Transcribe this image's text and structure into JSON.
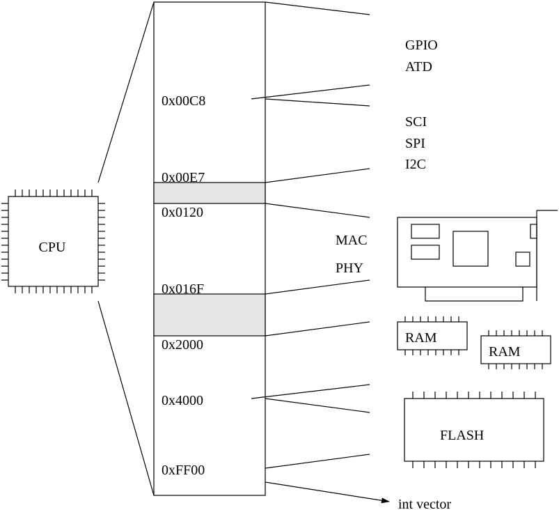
{
  "cpu": {
    "label": "CPU"
  },
  "memory_map": {
    "addresses": [
      "0x00C8",
      "0x00E7",
      "0x0120",
      "0x016F",
      "0x2000",
      "0x4000",
      "0xFF00"
    ]
  },
  "peripherals": {
    "gpio": "GPIO",
    "atd": "ATD",
    "sci": "SCI",
    "spi": "SPI",
    "i2c": "I2C",
    "mac": "MAC",
    "phy": "PHY",
    "ram1": "RAM",
    "ram2": "RAM",
    "flash": "FLASH",
    "int_vector": "int vector"
  }
}
